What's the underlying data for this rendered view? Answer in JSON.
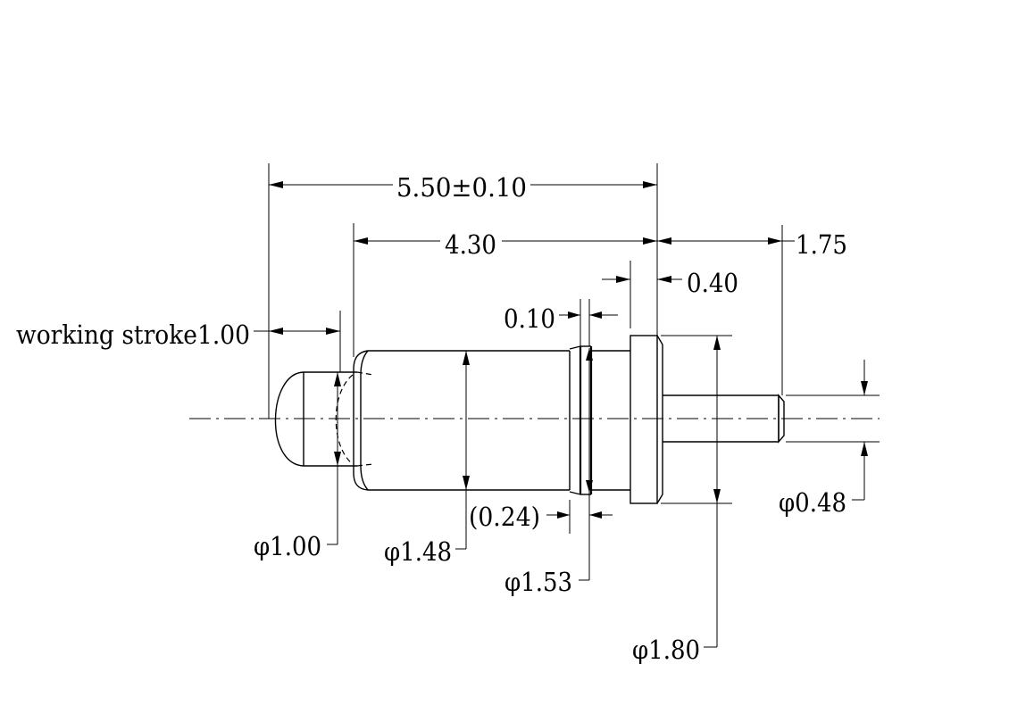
{
  "dimensions": {
    "overall_length": "5.50±0.10",
    "barrel_length": "4.30",
    "tail_length": "1.75",
    "flange_thickness": "0.40",
    "groove_width": "0.10",
    "working_stroke": "working stroke1.00",
    "groove_offset": "(0.24)",
    "plunger_diameter": "φ1.00",
    "barrel_diameter": "φ1.48",
    "groove_diameter": "φ1.53",
    "flange_diameter": "φ1.80",
    "tail_diameter": "φ0.48"
  }
}
